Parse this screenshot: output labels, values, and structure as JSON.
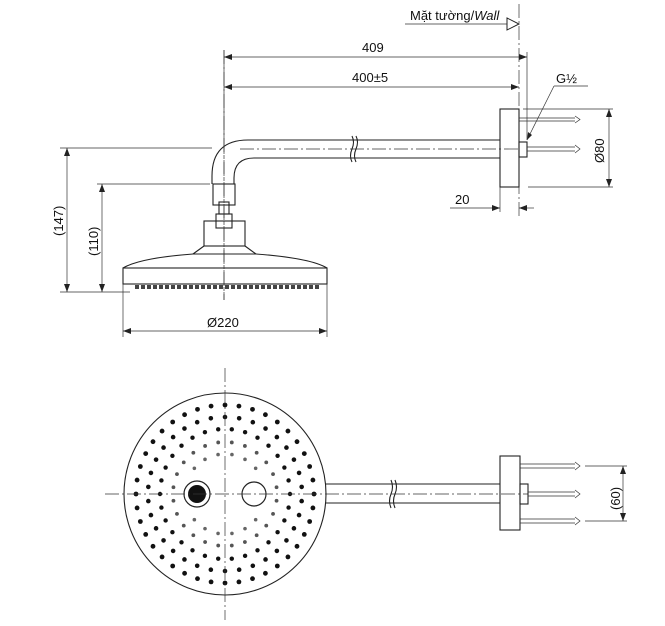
{
  "drawing": {
    "wall_label": "Mặt tường/",
    "wall_label_italic": "Wall",
    "dimensions": {
      "arm_total": "409",
      "arm_projection": "400±5",
      "thread": "G½",
      "flange_diameter": "Ø80",
      "flange_depth": "20",
      "height_total": "(147)",
      "height_head": "(110)",
      "head_diameter": "Ø220",
      "screw_spacing": "(60)"
    }
  }
}
